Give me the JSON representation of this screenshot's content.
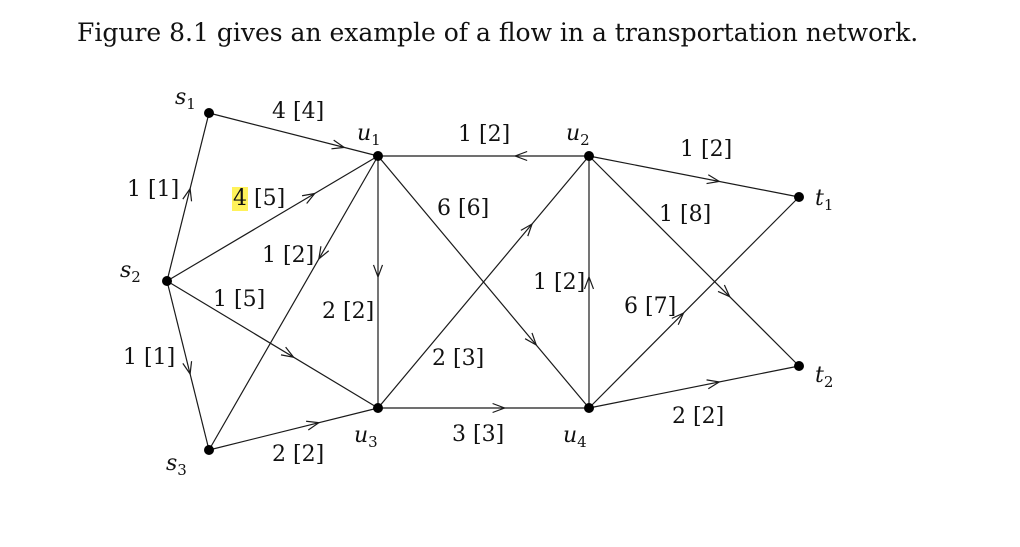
{
  "caption": "Figure 8.1 gives an example of a flow in a transportation network.",
  "colors": {
    "highlight": "#fff25a",
    "ink": "#111111"
  },
  "nodes": [
    {
      "id": "s1",
      "base": "s",
      "sub": "1"
    },
    {
      "id": "s2",
      "base": "s",
      "sub": "2"
    },
    {
      "id": "s3",
      "base": "s",
      "sub": "3"
    },
    {
      "id": "u1",
      "base": "u",
      "sub": "1"
    },
    {
      "id": "u2",
      "base": "u",
      "sub": "2"
    },
    {
      "id": "u3",
      "base": "u",
      "sub": "3"
    },
    {
      "id": "u4",
      "base": "u",
      "sub": "4"
    },
    {
      "id": "t1",
      "base": "t",
      "sub": "1"
    },
    {
      "id": "t2",
      "base": "t",
      "sub": "2"
    }
  ],
  "edges": [
    {
      "from": "s1",
      "to": "u1",
      "flow": "4",
      "cap": "[4]"
    },
    {
      "from": "s2",
      "to": "s1",
      "flow": "1",
      "cap": "[1]"
    },
    {
      "from": "s2",
      "to": "u1",
      "flow": "4",
      "cap": "[5]",
      "highlight_flow": true
    },
    {
      "from": "u1",
      "to": "s3",
      "flow": "1",
      "cap": "[2]"
    },
    {
      "from": "s2",
      "to": "u3",
      "flow": "1",
      "cap": "[5]"
    },
    {
      "from": "s2",
      "to": "s3",
      "flow": "1",
      "cap": "[1]"
    },
    {
      "from": "s3",
      "to": "u3",
      "flow": "2",
      "cap": "[2]"
    },
    {
      "from": "u2",
      "to": "u1",
      "flow": "1",
      "cap": "[2]"
    },
    {
      "from": "u1",
      "to": "u3",
      "flow": "2",
      "cap": "[2]"
    },
    {
      "from": "u1",
      "to": "u4",
      "flow": "6",
      "cap": "[6]"
    },
    {
      "from": "u3",
      "to": "u2",
      "flow": "2",
      "cap": "[3]"
    },
    {
      "from": "u3",
      "to": "u4",
      "flow": "3",
      "cap": "[3]"
    },
    {
      "from": "u4",
      "to": "u2",
      "flow": "1",
      "cap": "[2]"
    },
    {
      "from": "u2",
      "to": "t1",
      "flow": "1",
      "cap": "[2]"
    },
    {
      "from": "u2",
      "to": "t2",
      "flow": "1",
      "cap": "[8]"
    },
    {
      "from": "u4",
      "to": "t1",
      "flow": "6",
      "cap": "[7]"
    },
    {
      "from": "u4",
      "to": "t2",
      "flow": "2",
      "cap": "[2]"
    }
  ]
}
